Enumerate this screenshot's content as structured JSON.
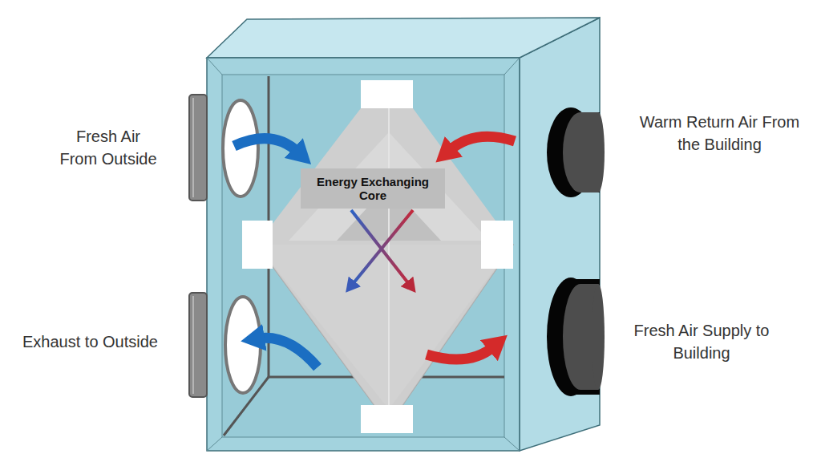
{
  "diagram": {
    "nodes": [
      {
        "text": [
          "Energy Exchanging Core"
        ]
      }
    ],
    "labels": [
      "Fresh Air From Outside",
      "Warm Return Air From the Building",
      "Exhaust to Outside",
      "Fresh Air Supply to Building"
    ]
  }
}
